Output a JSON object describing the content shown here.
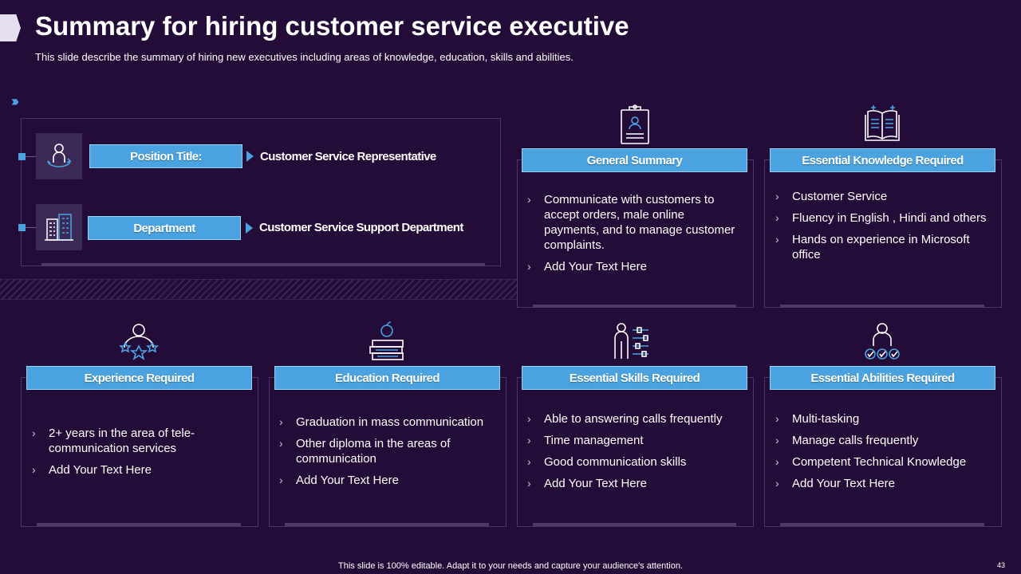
{
  "slide": {
    "title": "Summary for hiring customer service executive",
    "subtitle": "This slide describe the summary of hiring  new executives including areas of knowledge, education, skills and abilities.",
    "footer": "This slide is 100% editable. Adapt it to your needs and capture your audience's attention.",
    "page_number": "43",
    "arrows": "›››"
  },
  "position": {
    "rows": [
      {
        "label": "Position Title:",
        "value": "Customer Service Representative",
        "icon": "person-rotate-icon"
      },
      {
        "label": "Department",
        "value": "Customer Service Support Department",
        "icon": "buildings-icon"
      }
    ]
  },
  "cards": {
    "general_summary": {
      "title": "General Summary",
      "icon": "clipboard-profile-icon",
      "items": [
        "Communicate with customers to accept orders, male online payments, and to manage customer complaints.",
        "Add Your Text Here"
      ]
    },
    "knowledge": {
      "title": "Essential Knowledge Required",
      "icon": "open-book-icon",
      "items": [
        "Customer Service",
        "Fluency in English , Hindi and others",
        "Hands on experience in Microsoft office"
      ]
    },
    "experience": {
      "title": "Experience Required",
      "icon": "person-stars-icon",
      "items": [
        "2+ years in the area of tele-communication services",
        "Add Your Text Here"
      ]
    },
    "education": {
      "title": "Education Required",
      "icon": "books-apple-icon",
      "items": [
        "Graduation in mass communication",
        "Other diploma in the areas of communication",
        "Add Your Text Here"
      ]
    },
    "skills": {
      "title": "Essential Skills Required",
      "icon": "person-sliders-icon",
      "items": [
        "Able to answering calls frequently",
        "Time management",
        "Good communication skills",
        "Add Your Text Here"
      ]
    },
    "abilities": {
      "title": "Essential Abilities Required",
      "icon": "person-checks-icon",
      "items": [
        "Multi-tasking",
        "Manage calls frequently",
        "Competent Technical Knowledge",
        "Add Your Text Here"
      ]
    }
  },
  "colors": {
    "background": "#240c39",
    "accent": "#4aa3e0",
    "panel_border": "#4a3568",
    "title_tab": "#e6dff1"
  }
}
